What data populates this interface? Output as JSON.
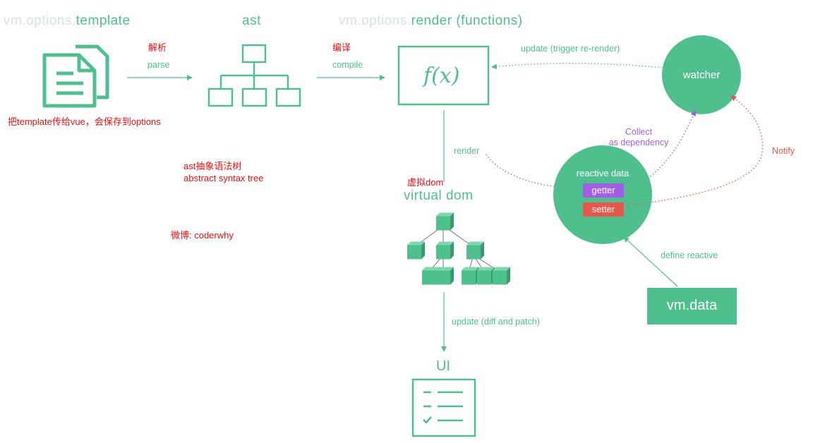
{
  "headers": {
    "template_prefix": "vm.options.",
    "template_main": "template",
    "ast": "ast",
    "render_prefix": "vm.options.",
    "render_main": "render (functions)",
    "virtual_dom": "virtual dom",
    "ui": "UI"
  },
  "arrows": {
    "parse_cn": "解析",
    "parse": "parse",
    "compile_cn": "编译",
    "compile": "compile",
    "update_trigger": "update (trigger re-render)",
    "render": "render",
    "collect_line1": "Collect",
    "collect_line2": "as dependency",
    "notify": "Notify",
    "define_reactive": "define reactive",
    "update_diff": "update (diff and patch)"
  },
  "nodes": {
    "fx": "f(x)",
    "watcher": "watcher",
    "reactive_data": "reactive data",
    "getter": "getter",
    "setter": "setter",
    "vm_data": "vm.data"
  },
  "notes": {
    "template_note": "把template传给vue，会保存到options",
    "ast_note_line1": "ast抽象语法树",
    "ast_note_line2": "abstract syntax tree",
    "weibo": "微博: coderwhy",
    "vdom_cn": "虚拟dom"
  },
  "colors": {
    "vue_green": "#4fc08d",
    "getter_purple": "#a35ee6",
    "setter_red": "#e8574b",
    "annotation_red": "#e8100e",
    "muted_header": "#d6e3dd"
  }
}
